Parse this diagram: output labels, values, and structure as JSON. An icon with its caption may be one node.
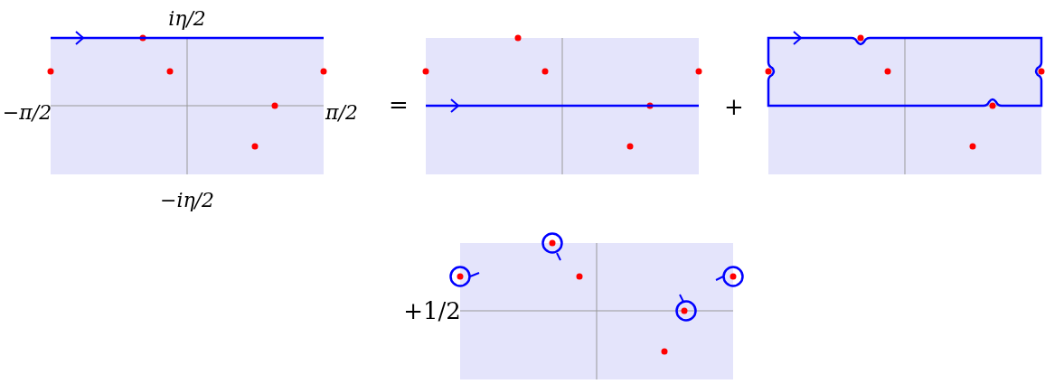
{
  "diagram": {
    "labels": [
      "iη/2",
      "−π/2",
      "π/2",
      "−iη/2",
      "=",
      "+",
      "+1/2"
    ]
  }
}
